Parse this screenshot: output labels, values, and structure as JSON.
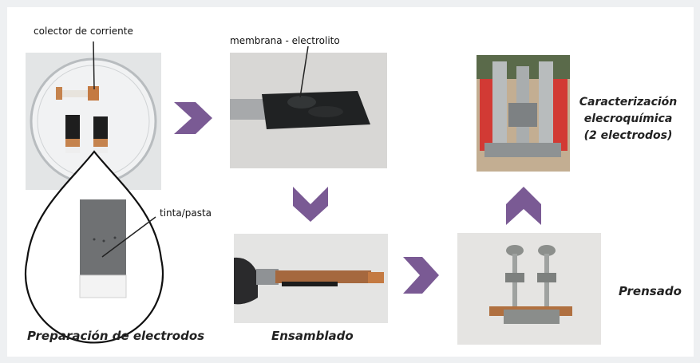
{
  "labels": {
    "collector": "colector de corriente",
    "membrane": "membrana - electrolito",
    "ink": "tinta/pasta"
  },
  "captions": {
    "preparation": "Preparación de electrodos",
    "assembly": "Ensamblado",
    "pressing": "Prensado",
    "characterization_line1": "Caracterización",
    "characterization_line2": "elecroquímica",
    "characterization_line3": "(2 electrodos)"
  },
  "colors": {
    "arrow": "#7a5a94",
    "background": "#ffffff"
  }
}
